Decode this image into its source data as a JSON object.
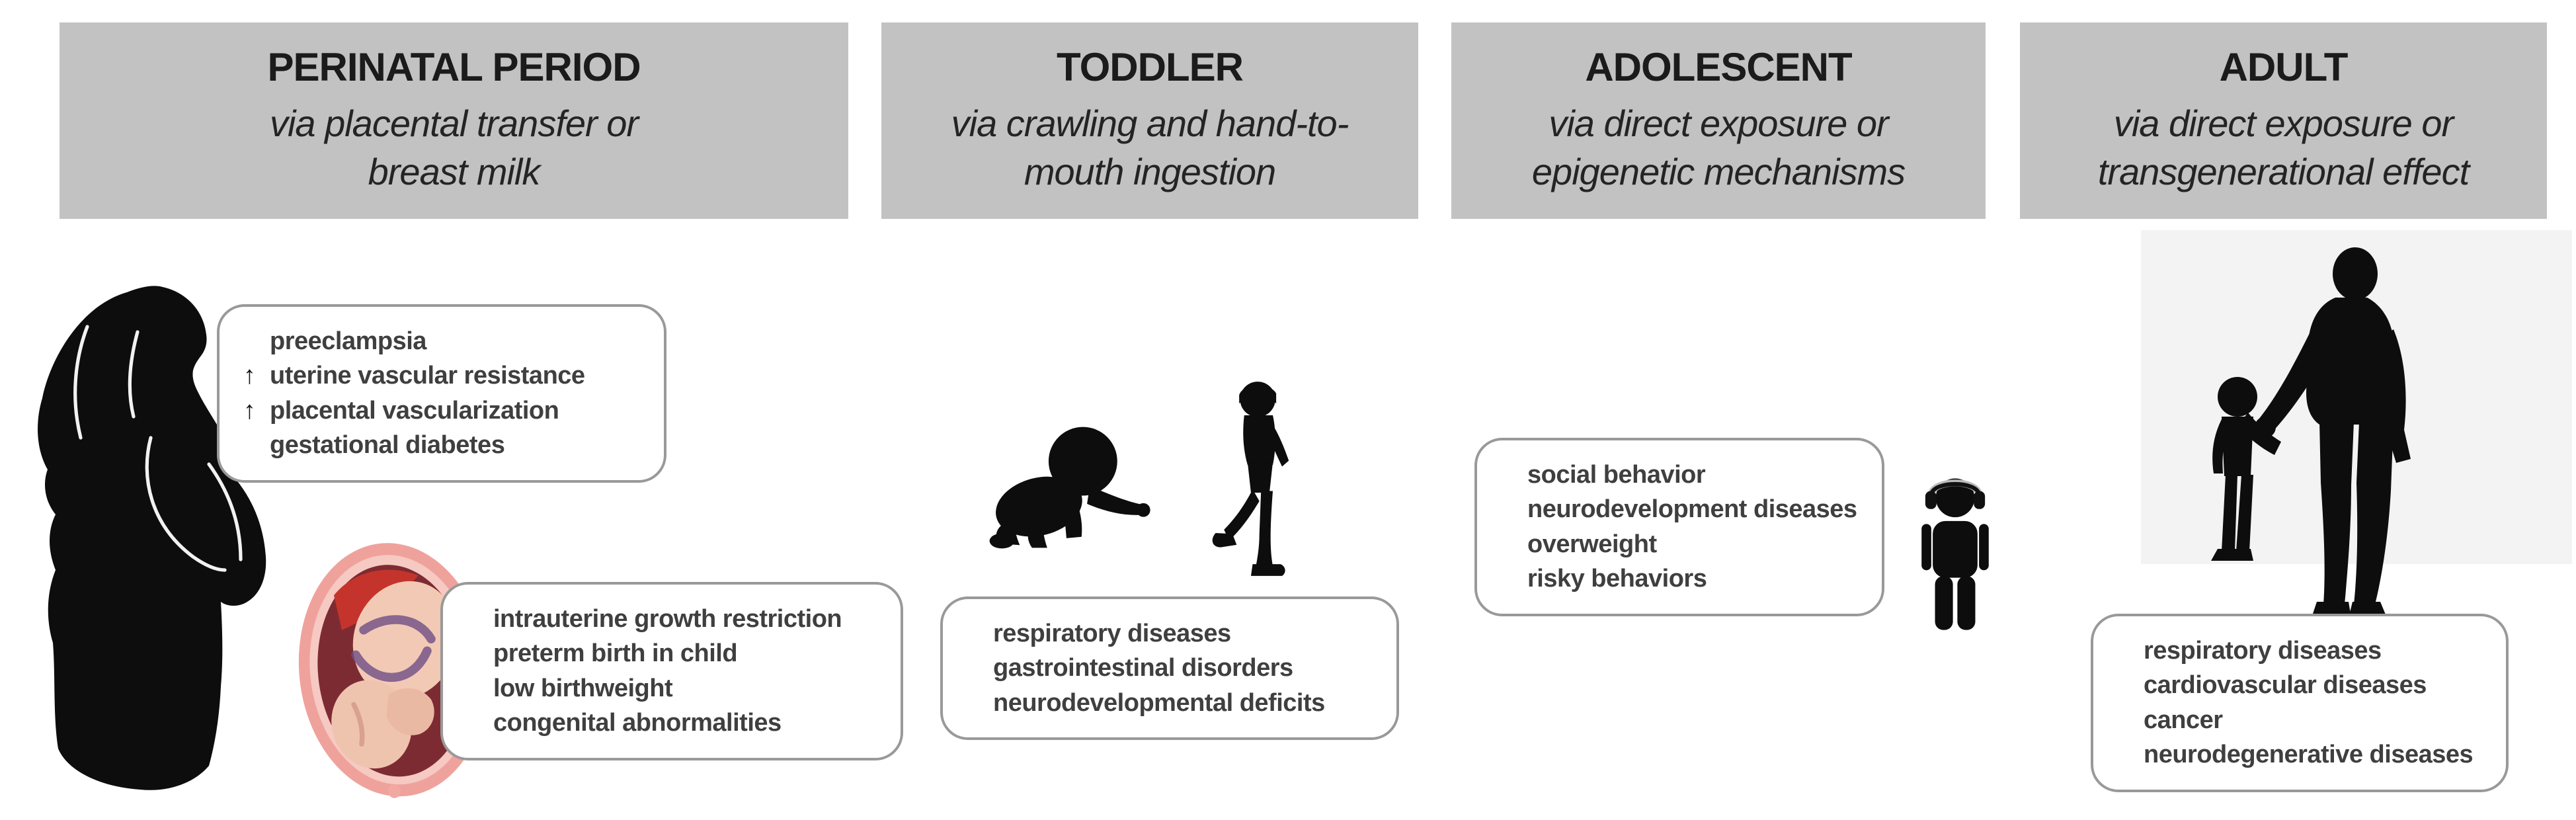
{
  "figure": {
    "stages": [
      {
        "title": "PERINATAL PERIOD",
        "route": "via placental transfer or breast milk"
      },
      {
        "title": "TODDLER",
        "route": "via crawling and hand-to-mouth ingestion"
      },
      {
        "title": "ADOLESCENT",
        "route": "via direct exposure or epigenetic mechanisms"
      },
      {
        "title": "ADULT",
        "route": "via direct exposure or transgenerational effect"
      }
    ],
    "callouts": {
      "perinatal_maternal": {
        "items": [
          {
            "prefix": "",
            "text": "preeclampsia"
          },
          {
            "prefix": "↑",
            "text": "uterine vascular resistance"
          },
          {
            "prefix": "↑",
            "text": "placental vascularization"
          },
          {
            "prefix": "",
            "text": "gestational diabetes"
          }
        ]
      },
      "perinatal_child": {
        "items": [
          "intrauterine growth restriction",
          "preterm birth in child",
          "low birthweight",
          "congenital abnormalities"
        ]
      },
      "toddler": {
        "items": [
          "respiratory diseases",
          "gastrointestinal disorders",
          "neurodevelopmental deficits"
        ]
      },
      "adolescent": {
        "items": [
          "social behavior",
          "neurodevelopment diseases",
          "overweight",
          "risky behaviors"
        ]
      },
      "adult": {
        "items": [
          "respiratory diseases",
          "cardiovascular diseases",
          "cancer",
          "neurodegenerative diseases"
        ]
      }
    },
    "icons": {
      "pregnant_woman": "pregnant-woman-silhouette",
      "fetus": "fetus-in-womb-illustration",
      "crawling_baby": "crawling-baby-silhouette",
      "walking_child": "walking-child-silhouette",
      "adolescent": "person-with-headphones-pictogram",
      "adult_child": "adult-holding-child-hand-silhouette"
    },
    "colors": {
      "header_bg": "#c2c2c2",
      "callout_border": "#999999",
      "callout_text": "#3f3f3f",
      "title_text": "#1b1b1b",
      "silhouette": "#0d0d0d",
      "womb_outer_pink": "#efa29c",
      "womb_inner_maroon": "#7d2b33",
      "placenta_red": "#c5342c",
      "fetus_skin": "#f2c9b5",
      "cord_purple": "#6f4f86",
      "adult_bg": "#f3f3f3"
    }
  }
}
